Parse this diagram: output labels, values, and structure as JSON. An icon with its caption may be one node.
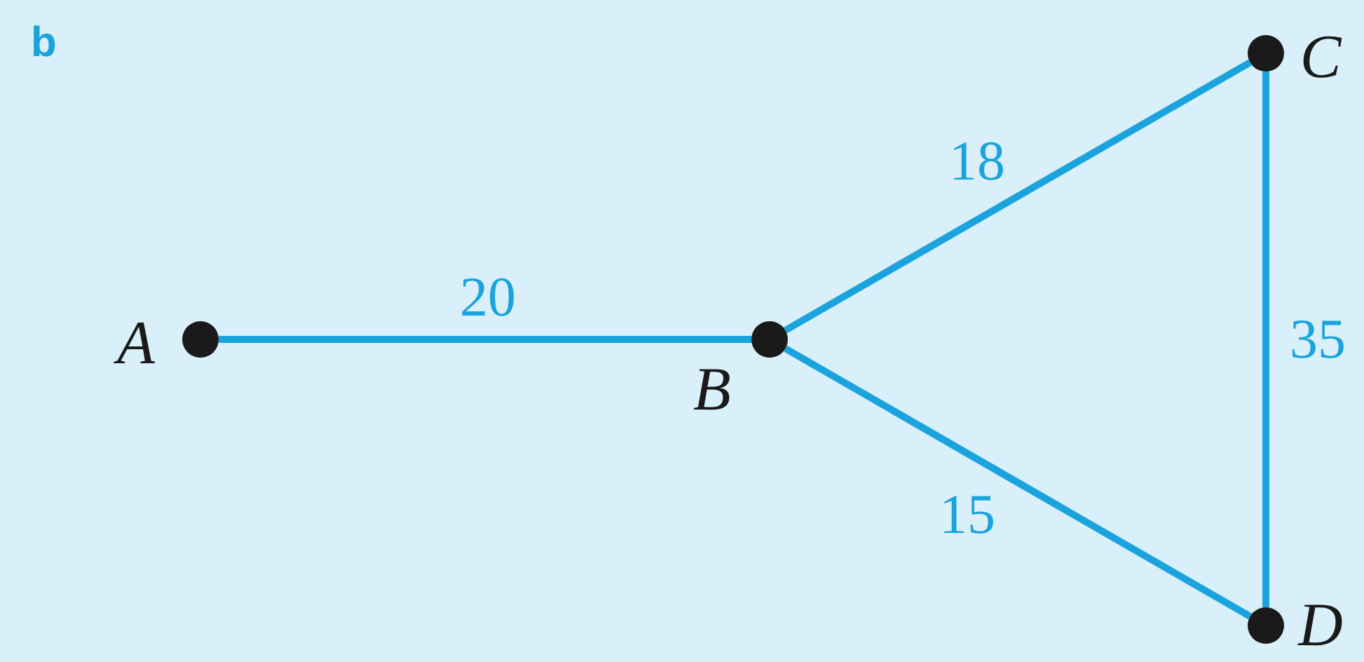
{
  "diagram": {
    "nodes": [
      {
        "text": [],
        "shape": "circle",
        "beside": [
          "A"
        ]
      },
      {
        "text": [],
        "shape": "circle",
        "beside": [
          "B"
        ]
      },
      {
        "text": [],
        "shape": "circle",
        "beside": [
          "C"
        ]
      },
      {
        "text": [],
        "shape": "circle",
        "beside": [
          "D"
        ]
      }
    ],
    "edges": [
      {
        "from": 0,
        "to": 1,
        "arrow": "none",
        "label": "20"
      },
      {
        "from": 1,
        "to": 2,
        "arrow": "none",
        "label": "18"
      },
      {
        "from": 1,
        "to": 3,
        "arrow": "none",
        "label": "15"
      },
      {
        "from": 2,
        "to": 3,
        "arrow": "none",
        "label": "35"
      }
    ],
    "labels": [
      "b"
    ]
  }
}
